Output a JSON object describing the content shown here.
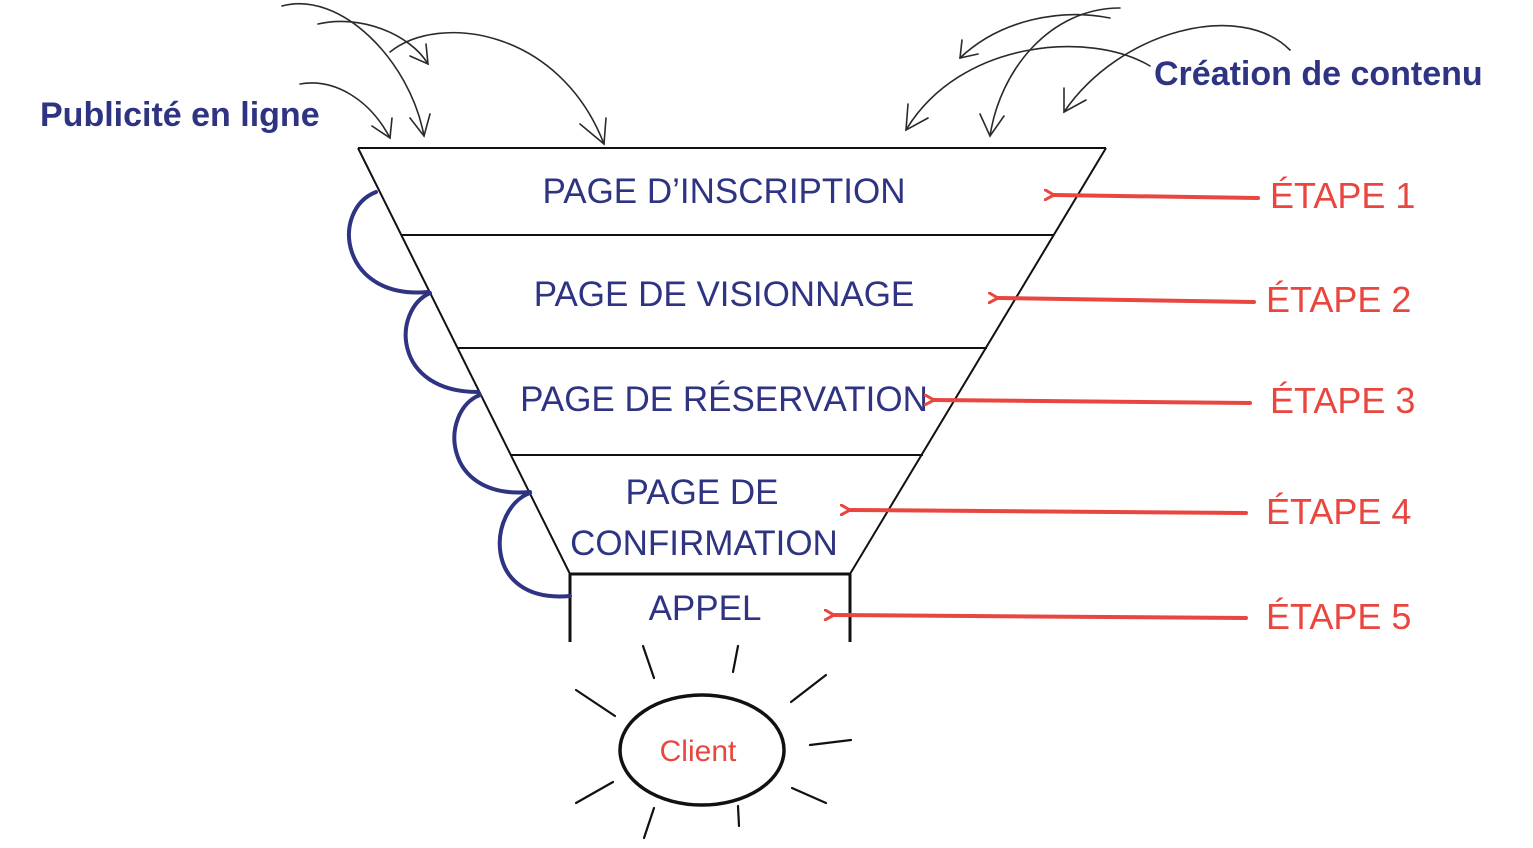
{
  "diagram": {
    "sources": {
      "left": "Publicité en ligne",
      "right": "Création de contenu"
    },
    "stages": [
      {
        "label_lines": [
          "PAGE D’INSCRIPTION"
        ],
        "step": "ÉTAPE 1"
      },
      {
        "label_lines": [
          "PAGE DE VISIONNAGE"
        ],
        "step": "ÉTAPE 2"
      },
      {
        "label_lines": [
          "PAGE DE RÉSERVATION"
        ],
        "step": "ÉTAPE 3"
      },
      {
        "label_lines": [
          "PAGE DE",
          "CONFIRMATION"
        ],
        "step": "ÉTAPE 4"
      },
      {
        "label_lines": [
          "APPEL"
        ],
        "step": "ÉTAPE 5"
      }
    ],
    "client": "Client",
    "colors": {
      "navy": "#2e3382",
      "red": "#e8463e",
      "line": "#111111"
    }
  }
}
